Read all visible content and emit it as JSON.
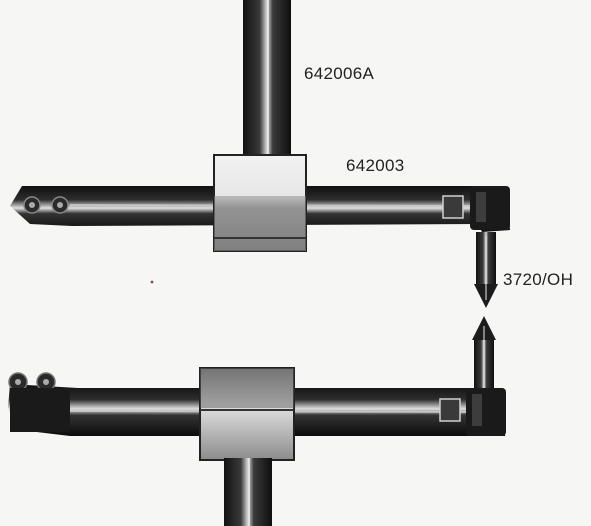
{
  "labels": {
    "vertical_bar": "642006A",
    "horizontal_bar": "642003",
    "tip": "3720/OH"
  },
  "colors": {
    "background": "#f6f6f4",
    "metal_dark": "#1c1c1c",
    "metal_mid": "#5a5a5a",
    "metal_light": "#cfcfcf",
    "block": "#bdbdbd"
  }
}
